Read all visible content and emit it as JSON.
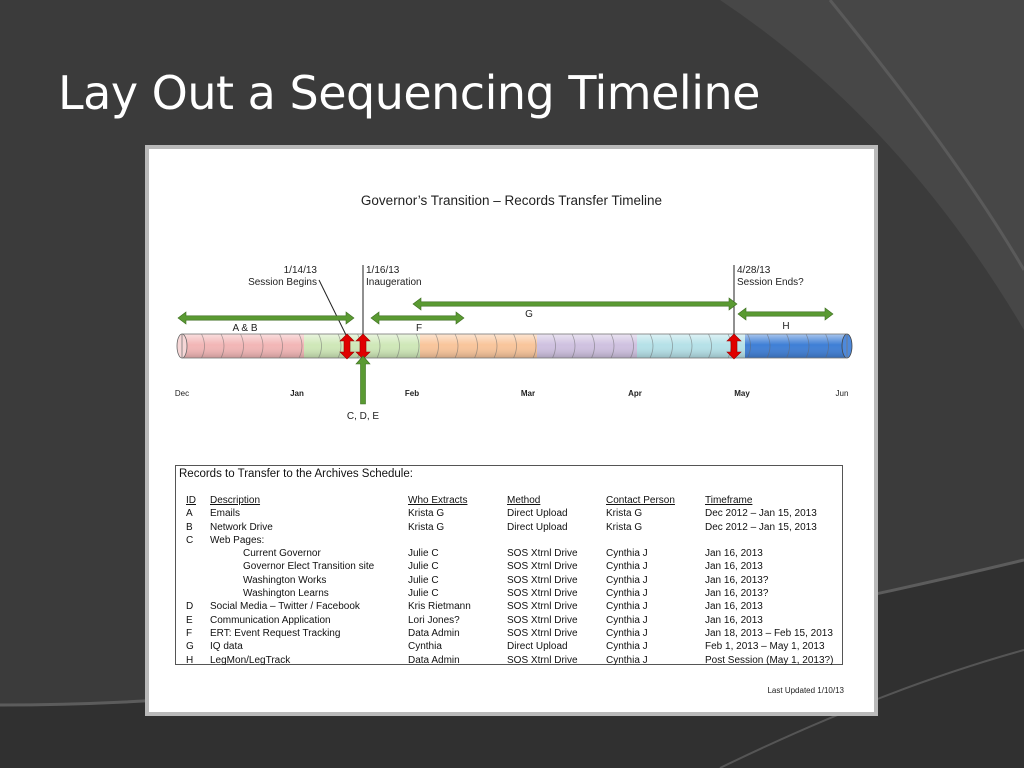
{
  "slide": {
    "title": "Lay Out a Sequencing Timeline"
  },
  "document": {
    "title": "Governor’s Transition – Records Transfer Timeline",
    "last_updated": "Last Updated 1/10/13"
  },
  "timeline": {
    "months": [
      "Dec",
      "Jan",
      "Feb",
      "Mar",
      "Apr",
      "May",
      "Jun"
    ],
    "markers": [
      {
        "date": "1/14/13",
        "label": "Session Begins"
      },
      {
        "date": "1/16/13",
        "label": "Inaugeration"
      },
      {
        "date": "4/28/13",
        "label": "Session Ends?"
      }
    ],
    "spans": [
      {
        "label": "A & B",
        "start": "Dec",
        "end": "1/15"
      },
      {
        "label": "F",
        "start": "1/18",
        "end": "2/15"
      },
      {
        "label": "G",
        "start": "2/1",
        "end": "5/1"
      },
      {
        "label": "H",
        "start": "5/1",
        "end": "Jun"
      }
    ],
    "point": {
      "label": "C, D, E",
      "date": "1/16"
    },
    "colors": {
      "dec_jan": "#f2b6b6",
      "jan_feb": "#cfe8b8",
      "feb_mar": "#f9c59b",
      "mar_apr": "#cfc1e0",
      "apr_may": "#b5e1e8",
      "may_jun": "#3f7fd6",
      "span_arrow": "#5a9a32",
      "marker_arrow": "#e00000"
    }
  },
  "schedule": {
    "heading": "Records to Transfer to the Archives Schedule:",
    "columns": [
      "ID",
      "Description",
      "Who Extracts",
      "Method",
      "Contact Person",
      "Timeframe"
    ],
    "rows": [
      {
        "id": "A",
        "desc": "Emails",
        "who": "Krista G",
        "method": "Direct Upload",
        "contact": "Krista G",
        "time": "Dec 2012 – Jan 15, 2013"
      },
      {
        "id": "B",
        "desc": "Network Drive",
        "who": "Krista G",
        "method": "Direct Upload",
        "contact": "Krista G",
        "time": "Dec 2012 – Jan 15, 2013"
      },
      {
        "id": "C",
        "desc": "Web Pages:",
        "who": "",
        "method": "",
        "contact": "",
        "time": ""
      },
      {
        "id": "",
        "desc": "Current Governor",
        "who": "Julie C",
        "method": "SOS Xtrnl Drive",
        "contact": "Cynthia J",
        "time": "Jan 16, 2013",
        "indent": true
      },
      {
        "id": "",
        "desc": "Governor Elect Transition site",
        "who": "Julie C",
        "method": "SOS Xtrnl Drive",
        "contact": "Cynthia J",
        "time": "Jan 16, 2013",
        "indent": true
      },
      {
        "id": "",
        "desc": "Washington Works",
        "who": "Julie C",
        "method": "SOS Xtrnl Drive",
        "contact": "Cynthia J",
        "time": "Jan 16, 2013?",
        "indent": true
      },
      {
        "id": "",
        "desc": "Washington Learns",
        "who": "Julie C",
        "method": "SOS Xtrnl Drive",
        "contact": "Cynthia J",
        "time": "Jan 16, 2013?",
        "indent": true
      },
      {
        "id": "D",
        "desc": "Social Media – Twitter / Facebook",
        "who": "Kris Rietmann",
        "method": "SOS Xtrnl Drive",
        "contact": "Cynthia J",
        "time": "Jan 16, 2013"
      },
      {
        "id": "E",
        "desc": "Communication Application",
        "who": "Lori Jones?",
        "method": "SOS Xtrnl Drive",
        "contact": "Cynthia J",
        "time": "Jan 16, 2013"
      },
      {
        "id": "F",
        "desc": "ERT: Event Request Tracking",
        "who": "Data Admin",
        "method": "SOS Xtrnl Drive",
        "contact": "Cynthia J",
        "time": "Jan 18, 2013 – Feb 15, 2013"
      },
      {
        "id": "G",
        "desc": "IQ data",
        "who": "Cynthia",
        "method": "Direct Upload",
        "contact": "Cynthia J",
        "time": "Feb 1, 2013 – May 1, 2013"
      },
      {
        "id": "H",
        "desc": "LegMon/LegTrack",
        "who": "Data Admin",
        "method": "SOS Xtrnl Drive",
        "contact": "Cynthia J",
        "time": "Post Session (May 1, 2013?)"
      }
    ]
  }
}
